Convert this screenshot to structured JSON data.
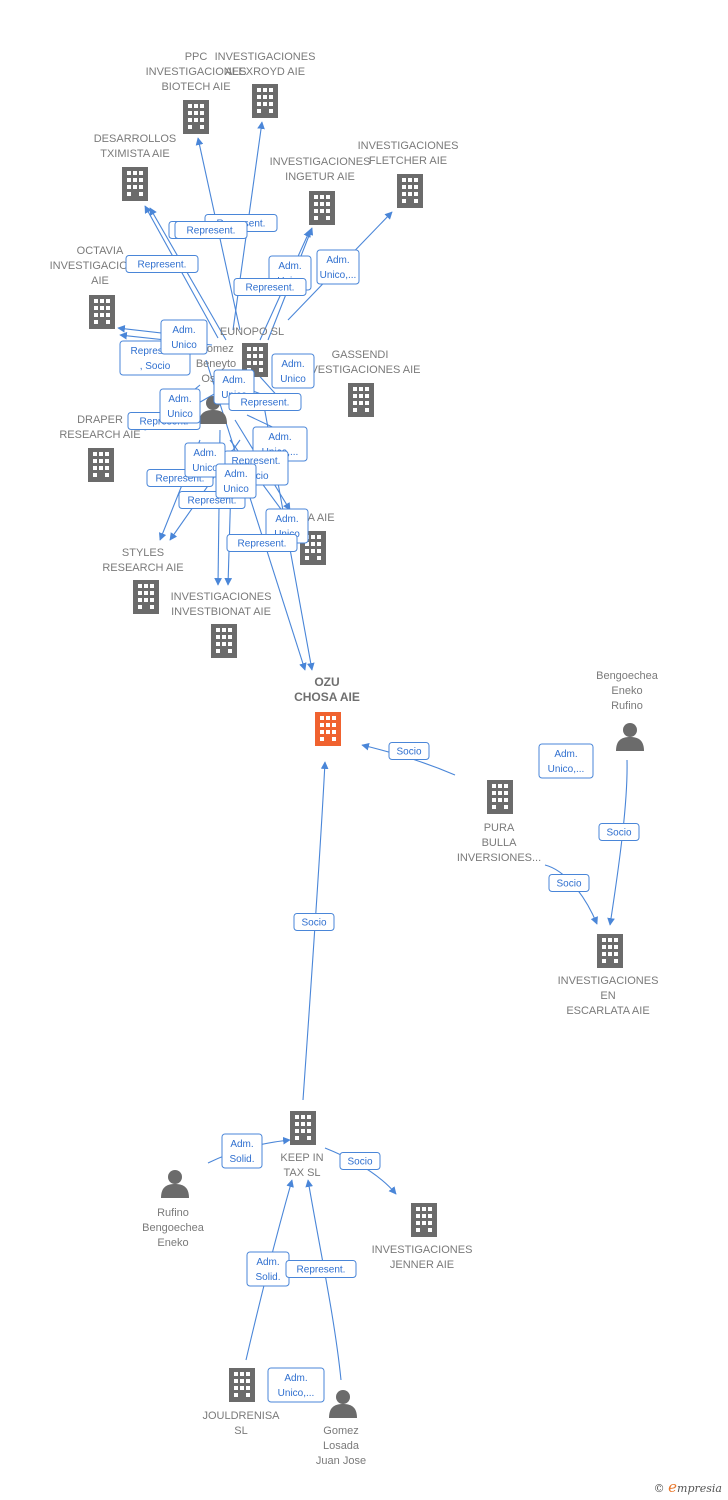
{
  "colors": {
    "edge": "#4a86d8",
    "node": "#6b6b6b",
    "focus": "#f0622f"
  },
  "nodes": [
    {
      "id": "ppc",
      "type": "company",
      "label": [
        "PPC",
        "INVESTIGACIONES",
        "BIOTECH  AIE"
      ]
    },
    {
      "id": "alexroyd",
      "type": "company",
      "label": [
        "INVESTIGACIONES",
        "ALEXROYD AIE"
      ]
    },
    {
      "id": "desarrollos",
      "type": "company",
      "label": [
        "DESARROLLOS",
        "TXIMISTA AIE"
      ]
    },
    {
      "id": "ingetur",
      "type": "company",
      "label": [
        "INVESTIGACIONES",
        "INGETUR AIE"
      ]
    },
    {
      "id": "fletcher",
      "type": "company",
      "label": [
        "INVESTIGACIONES",
        "FLETCHER AIE"
      ]
    },
    {
      "id": "octavia",
      "type": "company",
      "label": [
        "OCTAVIA",
        "INVESTIGACIONES",
        "AIE"
      ]
    },
    {
      "id": "eunopo",
      "type": "company",
      "label": [
        "EUNOPO  SL"
      ]
    },
    {
      "id": "gomez_b",
      "type": "person",
      "label": [
        "Gomez",
        "Beneyto",
        "Oscar"
      ]
    },
    {
      "id": "gassendi",
      "type": "company",
      "label": [
        "GASSENDI",
        "INVESTIGACIONES AIE"
      ]
    },
    {
      "id": "draper",
      "type": "company",
      "label": [
        "DRAPER",
        "RESEARCH AIE"
      ]
    },
    {
      "id": "xxxia",
      "type": "company",
      "label": [
        "...IA  AIE"
      ]
    },
    {
      "id": "styles",
      "type": "company",
      "label": [
        "STYLES",
        "RESEARCH AIE"
      ]
    },
    {
      "id": "investbionat",
      "type": "company",
      "label": [
        "INVESTIGACIONES",
        "INVESTBIONAT AIE"
      ]
    },
    {
      "id": "ozu",
      "type": "focus",
      "label": [
        "OZU",
        "CHOSA AIE"
      ]
    },
    {
      "id": "bengoechea_er",
      "type": "person",
      "label": [
        "Bengoechea",
        "Eneko",
        "Rufino"
      ]
    },
    {
      "id": "pura",
      "type": "company",
      "label": [
        "PURA",
        "BULLA",
        "INVERSIONES..."
      ]
    },
    {
      "id": "escarlata",
      "type": "company",
      "label": [
        "INVESTIGACIONES",
        "EN",
        "ESCARLATA AIE"
      ]
    },
    {
      "id": "keepin",
      "type": "company",
      "label": [
        "KEEP IN",
        "TAX  SL"
      ]
    },
    {
      "id": "rufino",
      "type": "person",
      "label": [
        "Rufino",
        "Bengoechea",
        "Eneko"
      ]
    },
    {
      "id": "jenner",
      "type": "company",
      "label": [
        "INVESTIGACIONES",
        "JENNER AIE"
      ]
    },
    {
      "id": "jouldrenisa",
      "type": "company",
      "label": [
        "JOULDRENISA",
        "SL"
      ]
    },
    {
      "id": "gomez_l",
      "type": "person",
      "label": [
        "Gomez",
        "Losada",
        "Juan Jose"
      ]
    }
  ],
  "edge_labels": [
    [
      "Represent."
    ],
    [
      "Represent."
    ],
    [
      "Represent."
    ],
    [
      "Represent."
    ],
    [
      "Adm.",
      "Unico"
    ],
    [
      "Represent."
    ],
    [
      "Adm.",
      "Unico,..."
    ],
    [
      "Represent.",
      ", Socio"
    ],
    [
      "Adm.",
      "Unico"
    ],
    [
      "Adm.",
      "Unico"
    ],
    [
      "Represent."
    ],
    [
      "Adm.",
      "Unico"
    ],
    [
      "Represent."
    ],
    [
      "Adm.",
      "Unico,..."
    ],
    [
      "Adm.",
      "Unico"
    ],
    [
      "Represent.",
      "Socio"
    ],
    [
      "Represent."
    ],
    [
      "Represent."
    ],
    [
      "Adm.",
      "Unico"
    ],
    [
      "Represent."
    ],
    [
      "Adm.",
      "Unico"
    ],
    [
      "Adm.",
      "Unico"
    ],
    [
      "Represent."
    ],
    [
      "Socio"
    ],
    [
      "Adm.",
      "Unico,..."
    ],
    [
      "Socio"
    ],
    [
      "Socio"
    ],
    [
      "Socio"
    ],
    [
      "Adm.",
      "Solid."
    ],
    [
      "Socio"
    ],
    [
      "Adm.",
      "Solid."
    ],
    [
      "Represent."
    ],
    [
      "Adm.",
      "Unico,..."
    ]
  ],
  "brand": {
    "symbol": "©",
    "initial": "e",
    "name": "mpresia"
  }
}
